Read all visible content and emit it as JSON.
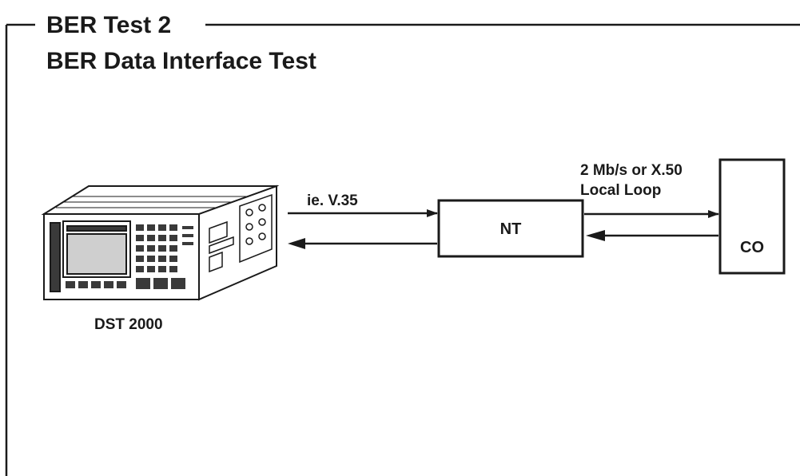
{
  "frame": {
    "title": "BER Test 2",
    "subtitle": "BER Data Interface Test"
  },
  "device": {
    "label": "DST 2000"
  },
  "interface_link": {
    "label": "ie.  V.35"
  },
  "nt_box": {
    "label": "NT"
  },
  "loop_link": {
    "label_line1": "2 Mb/s or X.50",
    "label_line2": "Local Loop"
  },
  "co_box": {
    "label": "CO"
  },
  "colors": {
    "ink": "#1a1a1a",
    "background": "#ffffff"
  }
}
